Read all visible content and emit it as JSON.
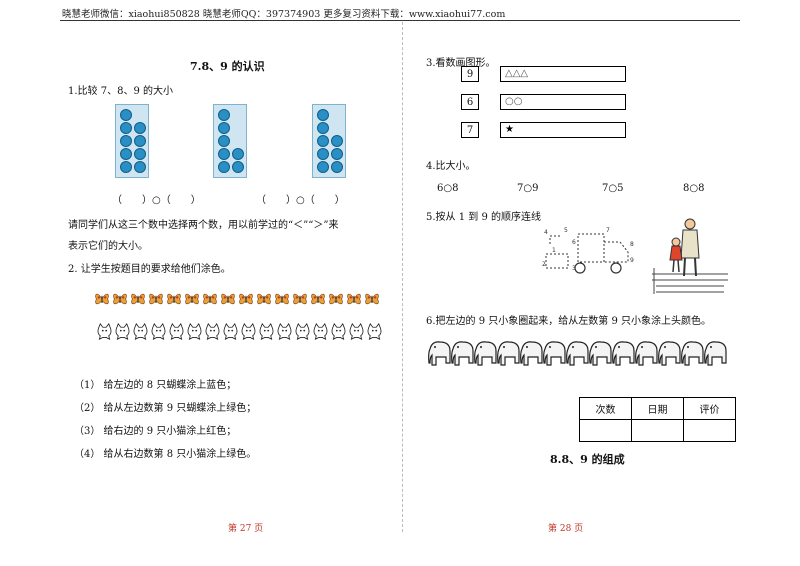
{
  "header": "晓慧老师微信：xiaohui850828 晓慧老师QQ：397374903 更多复习资料下载：www.xiaohui77.com",
  "left": {
    "title": "7.8、9 的认识",
    "q1": "1.比较 7、8、9 的大小",
    "compare1": "（　　）○（　　）",
    "compare2": "（　　）○（　　）",
    "instr_line1": "请同学们从这三个数中选择两个数，用以前学过的“＜”“＞”来",
    "instr_line2": "表示它们的大小。",
    "q2": "2. 让学生按题目的要求给他们涂色。",
    "tasks": [
      "（1）  给左边的 8 只蝴蝶涂上蓝色；",
      "（2）  给从左边数第 9 只蝴蝶涂上绿色；",
      "（3）  给右边的 9 只小猫涂上红色；",
      "（4）  给从右边数第 8 只小猫涂上绿色。"
    ],
    "page": "第 27 页"
  },
  "right": {
    "q3": "3.看数画图形。",
    "rows": [
      {
        "num": "9",
        "content": "△△△"
      },
      {
        "num": "6",
        "content": "○○"
      },
      {
        "num": "7",
        "content": "★"
      }
    ],
    "q4": "4.比大小。",
    "comparisons": [
      "6○8",
      "7○9",
      "7○5",
      "8○8"
    ],
    "q5": "5.按从 1 到 9 的顺序连线",
    "q6": "6.把左边的 9 只小象圈起来，给从左数第 9 只小象涂上头颜色。",
    "eval_headers": [
      "次数",
      "日期",
      "评价"
    ],
    "section_title": "8.8、9 的组成",
    "page": "第 28 页"
  }
}
